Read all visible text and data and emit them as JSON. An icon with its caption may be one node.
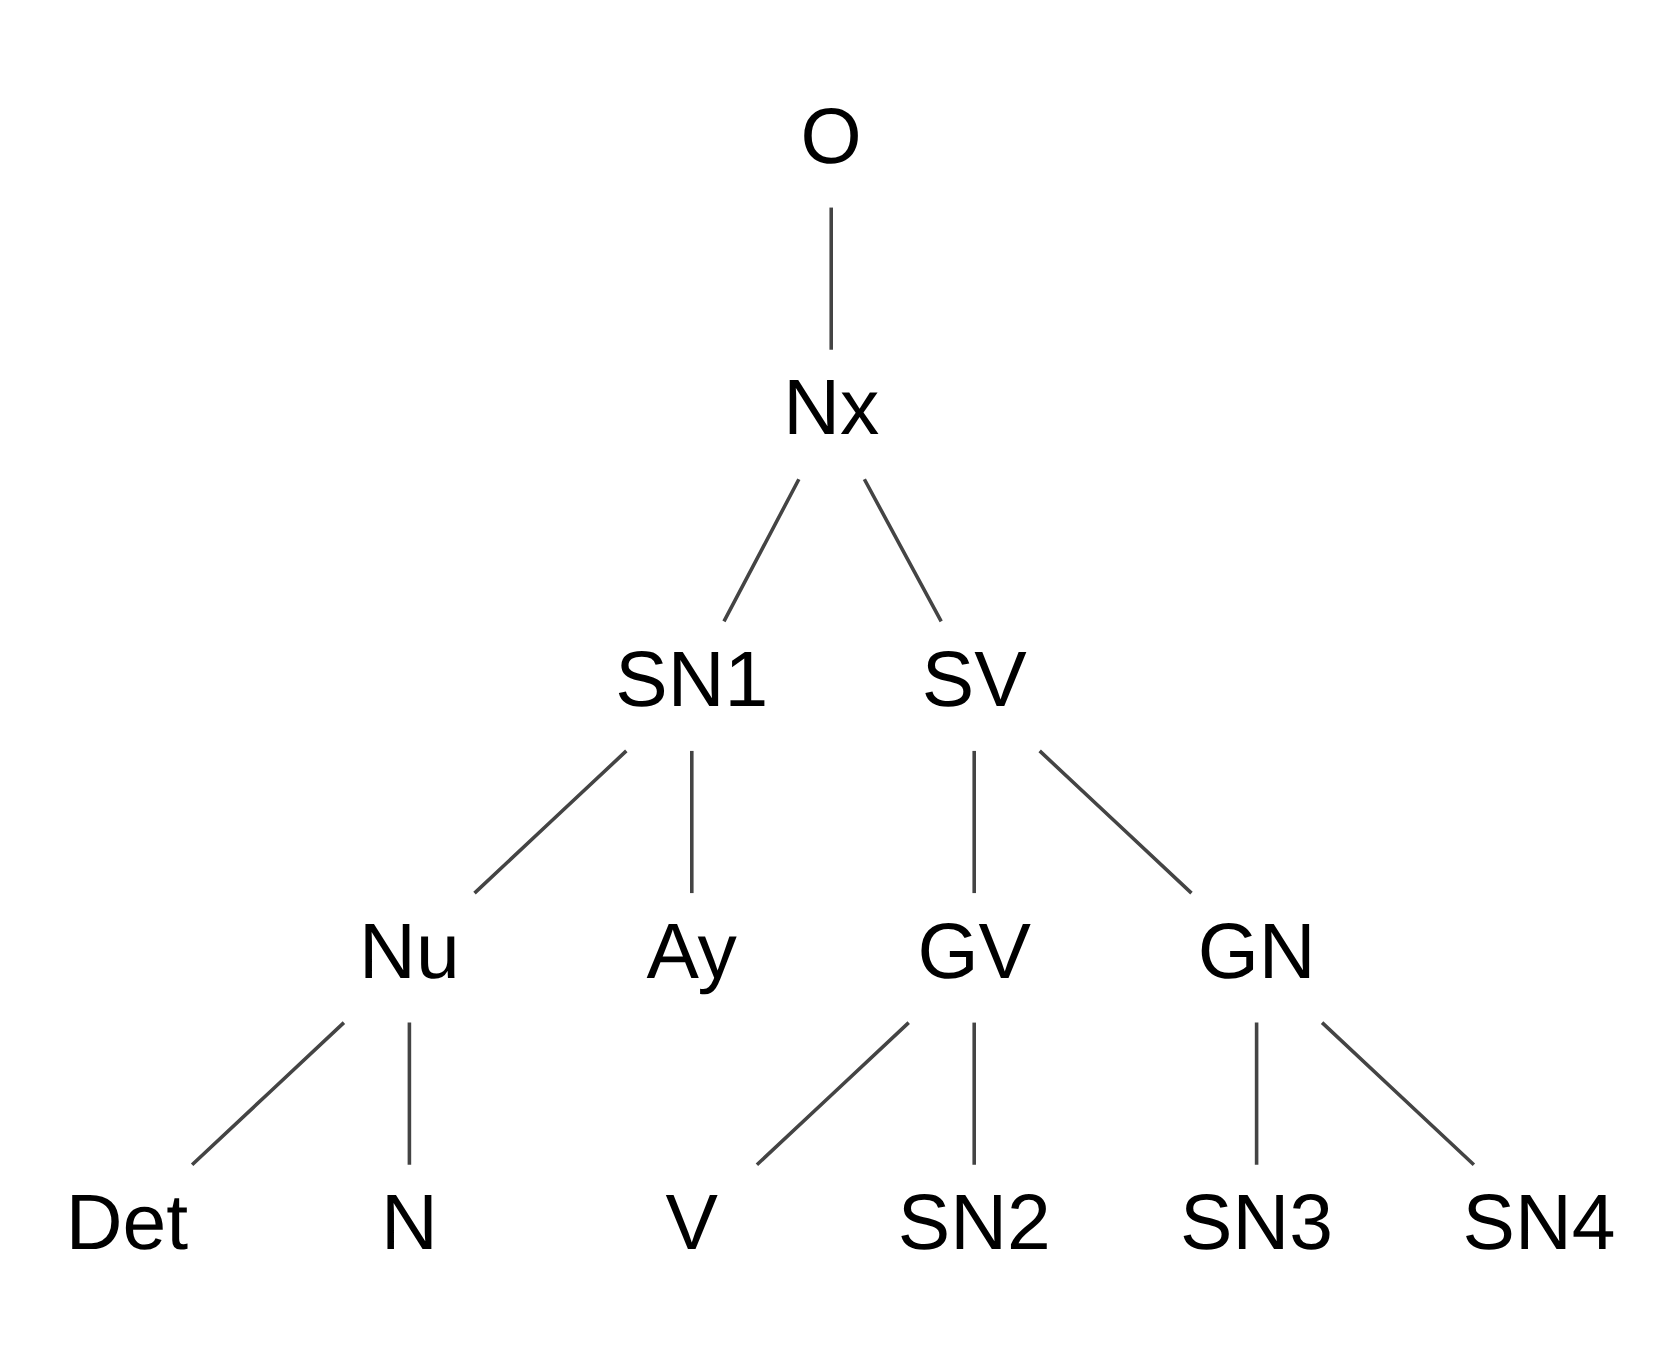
{
  "diagram": {
    "nodes": [
      {
        "text": [
          "O"
        ]
      },
      {
        "text": [
          "Nx"
        ]
      },
      {
        "text": [
          "SN1"
        ]
      },
      {
        "text": [
          "SV"
        ]
      },
      {
        "text": [
          "Nu"
        ]
      },
      {
        "text": [
          "Ay"
        ]
      },
      {
        "text": [
          "GV"
        ]
      },
      {
        "text": [
          "GN"
        ]
      },
      {
        "text": [
          "Det"
        ]
      },
      {
        "text": [
          "N"
        ]
      },
      {
        "text": [
          "V"
        ]
      },
      {
        "text": [
          "SN2"
        ]
      },
      {
        "text": [
          "SN3"
        ]
      },
      {
        "text": [
          "SN4"
        ]
      }
    ],
    "edges": [
      {
        "from": 0,
        "to": 1,
        "arrow": "none"
      },
      {
        "from": 1,
        "to": 2,
        "arrow": "none"
      },
      {
        "from": 1,
        "to": 3,
        "arrow": "none"
      },
      {
        "from": 2,
        "to": 4,
        "arrow": "none"
      },
      {
        "from": 2,
        "to": 5,
        "arrow": "none"
      },
      {
        "from": 3,
        "to": 6,
        "arrow": "none"
      },
      {
        "from": 3,
        "to": 7,
        "arrow": "none"
      },
      {
        "from": 4,
        "to": 8,
        "arrow": "none"
      },
      {
        "from": 4,
        "to": 9,
        "arrow": "none"
      },
      {
        "from": 6,
        "to": 10,
        "arrow": "none"
      },
      {
        "from": 6,
        "to": 11,
        "arrow": "none"
      },
      {
        "from": 7,
        "to": 12,
        "arrow": "none"
      },
      {
        "from": 7,
        "to": 13,
        "arrow": "none"
      }
    ]
  }
}
